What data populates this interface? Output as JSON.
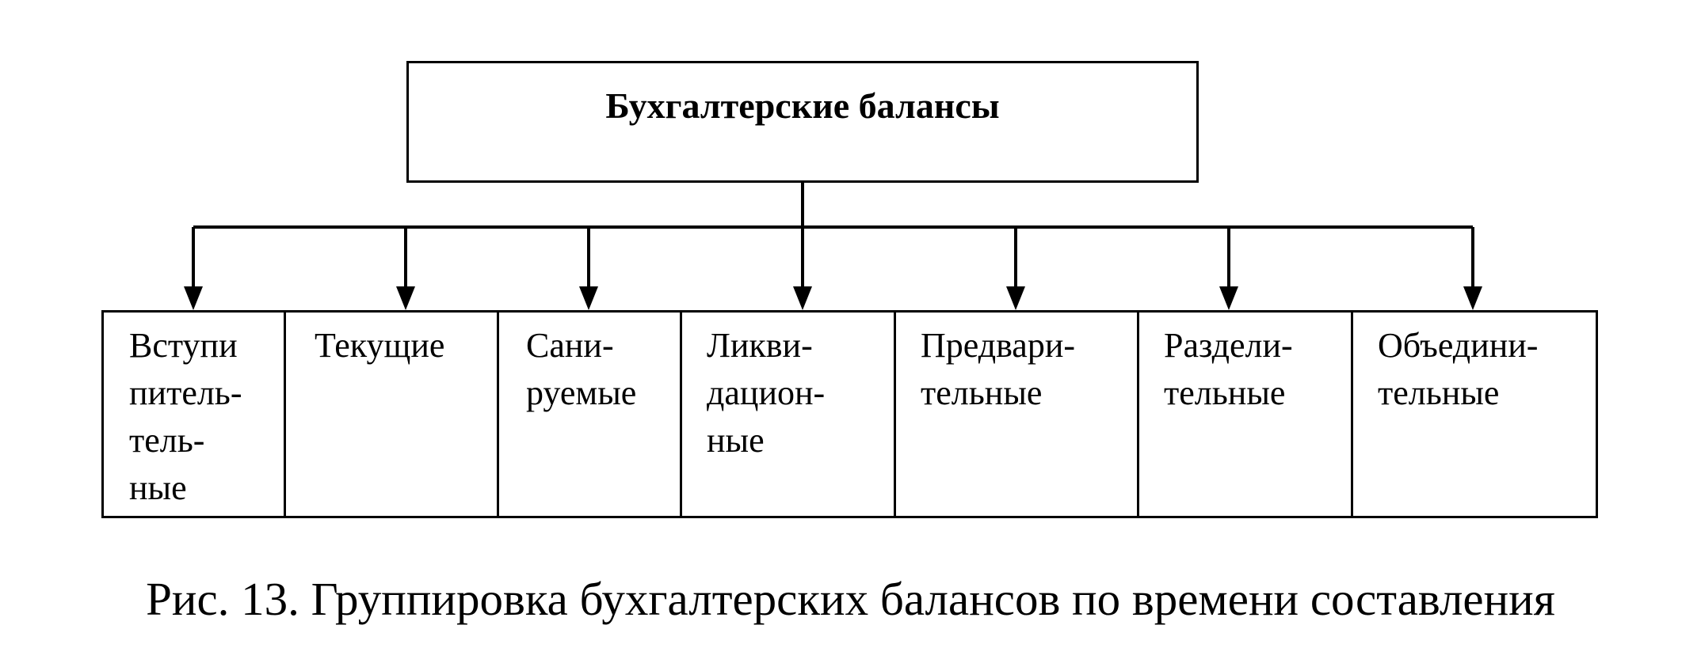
{
  "root": {
    "title": "Бухгалтерские балансы"
  },
  "categories": [
    {
      "label": "Вступи\nпитель-\nтель-\nные"
    },
    {
      "label": "Текущие"
    },
    {
      "label": "Сани-\nруемые"
    },
    {
      "label": "Ликви-\nдацион-\nные"
    },
    {
      "label": "Предвари-\nтельные"
    },
    {
      "label": "Раздели-\nтельные"
    },
    {
      "label": "Объедини-\nтельные"
    }
  ],
  "caption": "Рис. 13. Группировка бухгалтерских балансов по времени составления"
}
